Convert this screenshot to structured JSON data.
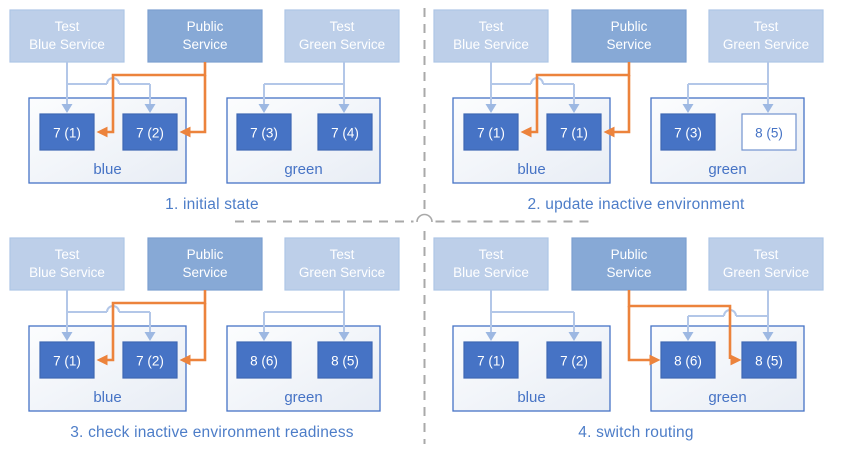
{
  "colors": {
    "service_light_fill": "#bdcfe9",
    "service_light_border": "#aec6e6",
    "service_dark_fill": "#87a9d6",
    "service_dark_border": "#7b9fd0",
    "service_text": "#ffffff",
    "pod_fill": "#4673c5",
    "pod_border": "#3e67b3",
    "pod_text": "#ffffff",
    "pod_creating_fill": "#ffffff",
    "pod_creating_border": "#7293cf",
    "pod_creating_text": "#4673c5",
    "env_fill_start": "#fcfdfe",
    "env_fill_end": "#e8edf5",
    "env_border": "#4673c5",
    "env_label_text": "#4673c5",
    "test_arrow": "#b3c7e8",
    "test_arrow_head": "#9db8e2",
    "route_arrow": "#ec833c",
    "caption_text": "#4d7dc8",
    "divider": "#a9a9a9"
  },
  "panels": [
    {
      "caption": "1. initial state",
      "public_route": "blue",
      "services": [
        {
          "name": "test-blue-service",
          "lines": [
            "Test",
            "Blue Service"
          ],
          "variant": "light"
        },
        {
          "name": "public-service",
          "lines": [
            "Public",
            "Service"
          ],
          "variant": "dark"
        },
        {
          "name": "test-green-service",
          "lines": [
            "Test",
            "Green Service"
          ],
          "variant": "light"
        }
      ],
      "environments": [
        {
          "name": "blue",
          "label": "blue",
          "pods": [
            {
              "label": "7 (1)",
              "state": "running"
            },
            {
              "label": "7 (2)",
              "state": "running"
            }
          ]
        },
        {
          "name": "green",
          "label": "green",
          "pods": [
            {
              "label": "7 (3)",
              "state": "running"
            },
            {
              "label": "7 (4)",
              "state": "running"
            }
          ]
        }
      ]
    },
    {
      "caption": "2. update inactive environment",
      "public_route": "blue",
      "services": [
        {
          "name": "test-blue-service",
          "lines": [
            "Test",
            "Blue Service"
          ],
          "variant": "light"
        },
        {
          "name": "public-service",
          "lines": [
            "Public",
            "Service"
          ],
          "variant": "dark"
        },
        {
          "name": "test-green-service",
          "lines": [
            "Test",
            "Green Service"
          ],
          "variant": "light"
        }
      ],
      "environments": [
        {
          "name": "blue",
          "label": "blue",
          "pods": [
            {
              "label": "7 (1)",
              "state": "running"
            },
            {
              "label": "7 (1)",
              "state": "running"
            }
          ]
        },
        {
          "name": "green",
          "label": "green",
          "pods": [
            {
              "label": "7 (3)",
              "state": "running"
            },
            {
              "label": "8 (5)",
              "state": "creating"
            }
          ]
        }
      ]
    },
    {
      "caption": "3. check inactive environment readiness",
      "public_route": "blue",
      "services": [
        {
          "name": "test-blue-service",
          "lines": [
            "Test",
            "Blue Service"
          ],
          "variant": "light"
        },
        {
          "name": "public-service",
          "lines": [
            "Public",
            "Service"
          ],
          "variant": "dark"
        },
        {
          "name": "test-green-service",
          "lines": [
            "Test",
            "Green Service"
          ],
          "variant": "light"
        }
      ],
      "environments": [
        {
          "name": "blue",
          "label": "blue",
          "pods": [
            {
              "label": "7 (1)",
              "state": "running"
            },
            {
              "label": "7 (2)",
              "state": "running"
            }
          ]
        },
        {
          "name": "green",
          "label": "green",
          "pods": [
            {
              "label": "8 (6)",
              "state": "running"
            },
            {
              "label": "8 (5)",
              "state": "running"
            }
          ]
        }
      ]
    },
    {
      "caption": "4. switch routing",
      "public_route": "green",
      "services": [
        {
          "name": "test-blue-service",
          "lines": [
            "Test",
            "Blue Service"
          ],
          "variant": "light"
        },
        {
          "name": "public-service",
          "lines": [
            "Public",
            "Service"
          ],
          "variant": "dark"
        },
        {
          "name": "test-green-service",
          "lines": [
            "Test",
            "Green Service"
          ],
          "variant": "light"
        }
      ],
      "environments": [
        {
          "name": "blue",
          "label": "blue",
          "pods": [
            {
              "label": "7 (1)",
              "state": "running"
            },
            {
              "label": "7 (2)",
              "state": "running"
            }
          ]
        },
        {
          "name": "green",
          "label": "green",
          "pods": [
            {
              "label": "8 (6)",
              "state": "running"
            },
            {
              "label": "8 (5)",
              "state": "running"
            }
          ]
        }
      ]
    }
  ]
}
